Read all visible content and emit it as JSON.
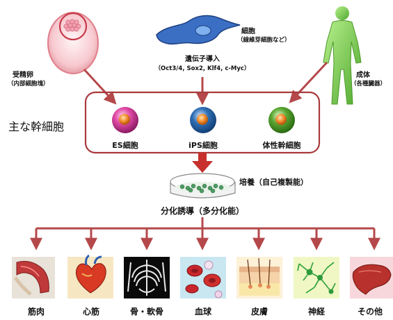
{
  "sources": {
    "egg": {
      "label": "受精卵",
      "sub": "（内部細胞塊）"
    },
    "cell": {
      "label": "細胞",
      "sub": "（線維芽細胞など）"
    },
    "gene": {
      "label": "遺伝子導入",
      "sub": "（Oct3/4, Sox2, Klf4, c-Myc）"
    },
    "adult": {
      "label": "成体",
      "sub": "（各種臓器）"
    }
  },
  "main_title": "主な幹細胞",
  "stem_cells": [
    {
      "label": "ES細胞",
      "color": "#d63b9a"
    },
    {
      "label": "iPS細胞",
      "color": "#2f6fb5"
    },
    {
      "label": "体性幹細胞",
      "color": "#5aa532"
    }
  ],
  "culture": {
    "label": "培養（自己複製能）"
  },
  "differentiation": {
    "label": "分化誘導（多分化能）"
  },
  "targets": [
    {
      "label": "筋肉",
      "icon": "muscle-icon"
    },
    {
      "label": "心筋",
      "icon": "heart-icon"
    },
    {
      "label": "骨・軟骨",
      "icon": "skeleton-icon"
    },
    {
      "label": "血球",
      "icon": "blood-cells-icon"
    },
    {
      "label": "皮膚",
      "icon": "skin-icon"
    },
    {
      "label": "神経",
      "icon": "neuron-icon"
    },
    {
      "label": "その他",
      "icon": "liver-icon"
    }
  ],
  "colors": {
    "arrow": "#b5484a",
    "box": "#a83a3c",
    "figure": "#7bd158"
  }
}
